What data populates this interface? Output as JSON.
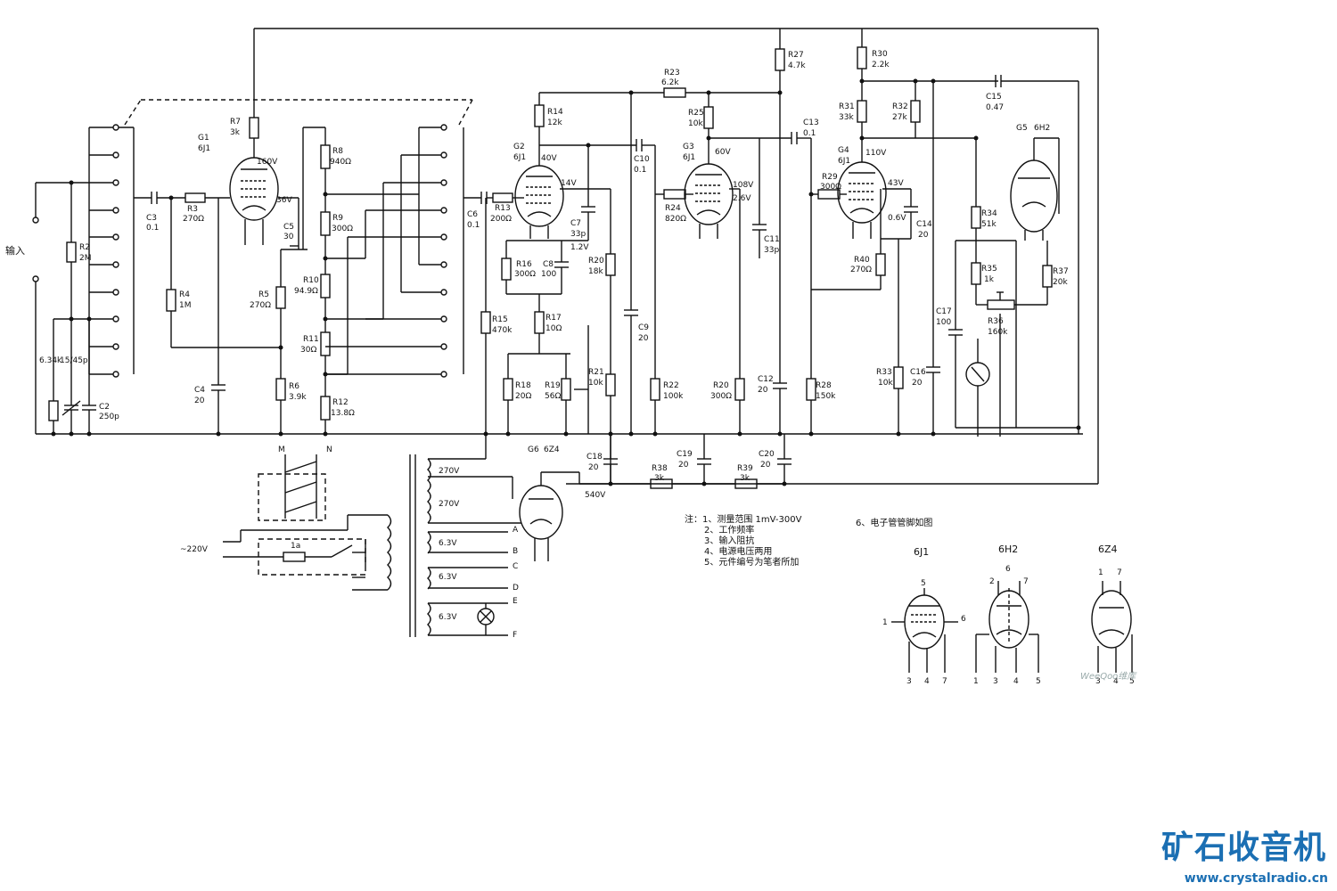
{
  "input_label": "输入",
  "mains_label": "~220V",
  "switch_labels": [
    "M",
    "N"
  ],
  "fuse_label": "1a",
  "tubes": [
    {
      "ref": "G1",
      "type": "6J1"
    },
    {
      "ref": "G2",
      "type": "6J1"
    },
    {
      "ref": "G3",
      "type": "6J1"
    },
    {
      "ref": "G4",
      "type": "6J1"
    },
    {
      "ref": "G5",
      "type": "6H2"
    },
    {
      "ref": "G6",
      "type": "6Z4"
    }
  ],
  "components": {
    "R1": "6.34k",
    "C1": "15/45p",
    "C2": "250p",
    "R2": "2M",
    "C3": "0.1",
    "R3": "270Ω",
    "R4": "1M",
    "C4": "20",
    "R5": "270Ω",
    "R6": "3.9k",
    "R7": "3k",
    "C5": "30",
    "R8": "940Ω",
    "R9": "300Ω",
    "R10": "94.9Ω",
    "R11": "30Ω",
    "R12": "13.8Ω",
    "C6": "0.1",
    "R13": "200Ω",
    "R14": "12k",
    "C7": "33p",
    "R15": "470k",
    "R16": "300Ω",
    "C8": "100",
    "R17": "10Ω",
    "R18": "20Ω",
    "R19": "56Ω",
    "R20": "18k",
    "R21": "10k",
    "C9": "20",
    "C10": "0.1",
    "R22": "100k",
    "R23": "6.2k",
    "R24": "820Ω",
    "R25": "10k",
    "C11": "33p",
    "R20b": "300Ω",
    "C12": "20",
    "R27": "4.7k",
    "C13": "0.1",
    "R28": "150k",
    "R29": "300Ω",
    "R30": "2.2k",
    "R31": "33k",
    "R32": "27k",
    "C14": "20",
    "C15": "0.47",
    "R33": "10k",
    "C16": "20",
    "C17": "100",
    "R34": "51k",
    "R35": "1k",
    "R36": "160k",
    "R37": "20k",
    "R40": "270Ω",
    "C18": "20",
    "C19": "20",
    "C20": "20",
    "R38": "3k",
    "R39": "3k"
  },
  "voltages": [
    "160V",
    "36V",
    "40V",
    "14V",
    "1.2V",
    "60V",
    "108V",
    "2.6V",
    "110V",
    "43V",
    "0.6V",
    "540V"
  ],
  "transformer_windings": [
    "270V",
    "270V",
    "6.3V",
    "6.3V",
    "6.3V"
  ],
  "transformer_taps": [
    "A",
    "B",
    "C",
    "D",
    "E",
    "F"
  ],
  "notes": {
    "head": "注：",
    "items": [
      "1、测量范围 1mV-300V",
      "2、工作频率",
      "3、输入阻抗",
      "4、电源电压两用",
      "5、元件编号为笔者所加"
    ],
    "pin_title": "6、电子管管脚如图"
  },
  "pinouts": [
    {
      "type": "6J1",
      "pins": [
        "5",
        "1",
        "6",
        "3",
        "4",
        "7"
      ]
    },
    {
      "type": "6H2",
      "pins": [
        "6",
        "2",
        "7",
        "1",
        "3",
        "4",
        "5"
      ]
    },
    {
      "type": "6Z4",
      "pins": [
        "1",
        "7",
        "3",
        "4",
        "5"
      ]
    }
  ],
  "watermark": "WeeQoo维库",
  "logo": {
    "text": "矿石收音机",
    "site": "www.crystalradio.cn",
    "color": "#1b6fb3"
  }
}
